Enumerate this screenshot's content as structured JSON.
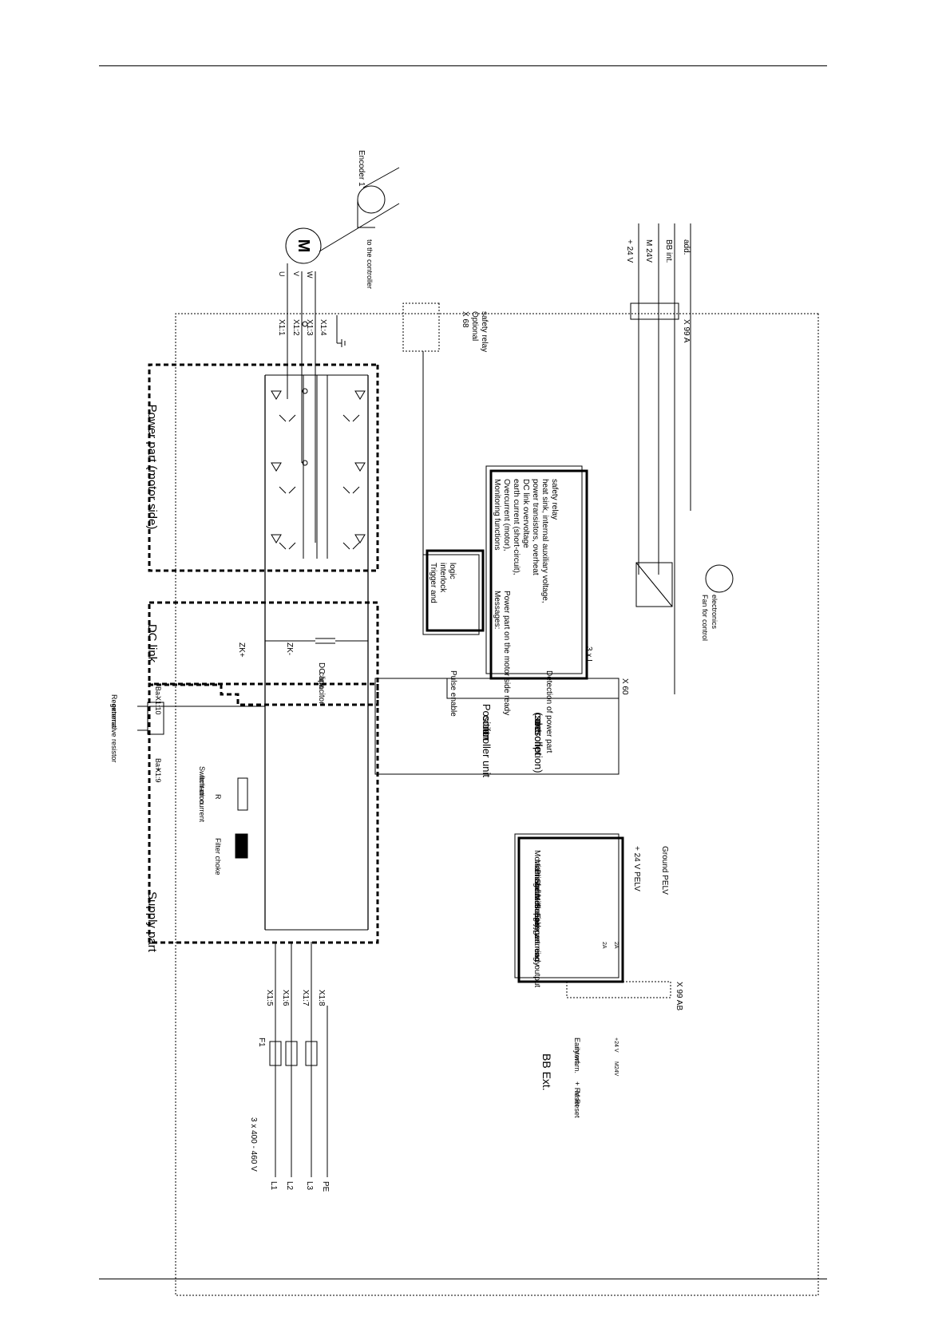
{
  "labels": {
    "power_part": "Power part (motor side)",
    "dc_link": "DC link",
    "supply_part": "Supply part",
    "zk_minus": "ZK-",
    "zk_plus": "ZK+",
    "dc_link_cap_1": "DC link",
    "dc_link_cap_2": "capacitor",
    "regen_1": "Regenerative resistor",
    "regen_2": "external",
    "ba_minus": "Ba-",
    "x1_10": "X1:10",
    "ba_plus": "Ba+",
    "x1_9": "X1:9",
    "switch_on_1": "Switch-on current",
    "switch_on_2": "limitation",
    "r_load": "R",
    "r_load_sub": "Load",
    "filter_choke": "Filter choke",
    "x1_1": "X1:1",
    "x1_2": "X1:2",
    "x1_3": "X1:3",
    "x1_4": "X1:4",
    "u": "U",
    "v": "V",
    "w": "W",
    "motor": "M",
    "encoder": "Encoder 1",
    "to_controller": "to the controller",
    "x68": "X 68",
    "optional_1": "Optional",
    "optional_2": "safety relay",
    "x99a": "X 99 A",
    "plus24v": "+ 24 V",
    "m24v": "M 24V",
    "bb_int": "BB int.",
    "add": "add.",
    "fan_1": "Fan for control",
    "fan_2": "electronics",
    "mon_title": "Monitoring functions",
    "mon_1": "Overcurrent (motor),",
    "mon_2": "earth current (short-circuit),",
    "mon_3": "DC link overvoltage",
    "mon_4": "power transistors, overheat",
    "mon_5": "heat sink, internal auxiliary voltage,",
    "mon_6": "safety relay",
    "msg_title": "Messages:",
    "msg_1": "Power part on the motor side ready",
    "trigger_1": "Trigger and",
    "trigger_2": "interlock",
    "trigger_3": "logic",
    "i_ist": "3 x I",
    "i_ist_sub": "ist",
    "pulse_enable": "Pulse enable",
    "detection": "Detection of power part",
    "x60": "X 60",
    "position_1": "Position",
    "position_2": "for",
    "position_3": "controller unit",
    "position_4": "(see",
    "position_5": "controller",
    "position_6": "description)",
    "sup_mon_title": "Monitoring functions",
    "sup_mon_1": "Mains failure",
    "sup_mon_2": "Phase failure",
    "sup_mon_3": "Short-circuit regen. circ. output",
    "sup_msg_title": "Messages",
    "sup_msg_1": "Supply part ready",
    "sup_msg_2": "Early warning",
    "pelv_24": "+ 24 V PELV",
    "ground_pelv": "Ground PELV",
    "x1_5": "X1:5",
    "x1_6": "X1:6",
    "x1_7": "X1:7",
    "x1_8": "X1:8",
    "x99ab": "X 99 AB",
    "mains": "3 x 400 - 460 V",
    "l1": "L1",
    "l2": "L2",
    "l3": "L3",
    "pe": "PE",
    "f1": "F1",
    "bb_ext": "BB Ext.",
    "early_warn_1": "Early warn.",
    "early_warn_2": "interf.",
    "reset_plus": "+ Reset",
    "reset_minus": "M Reset",
    "v24_small": "+24 V",
    "m24v_small": "M24V",
    "amp_2a_1": "2A",
    "amp_2a_2": "2A"
  }
}
